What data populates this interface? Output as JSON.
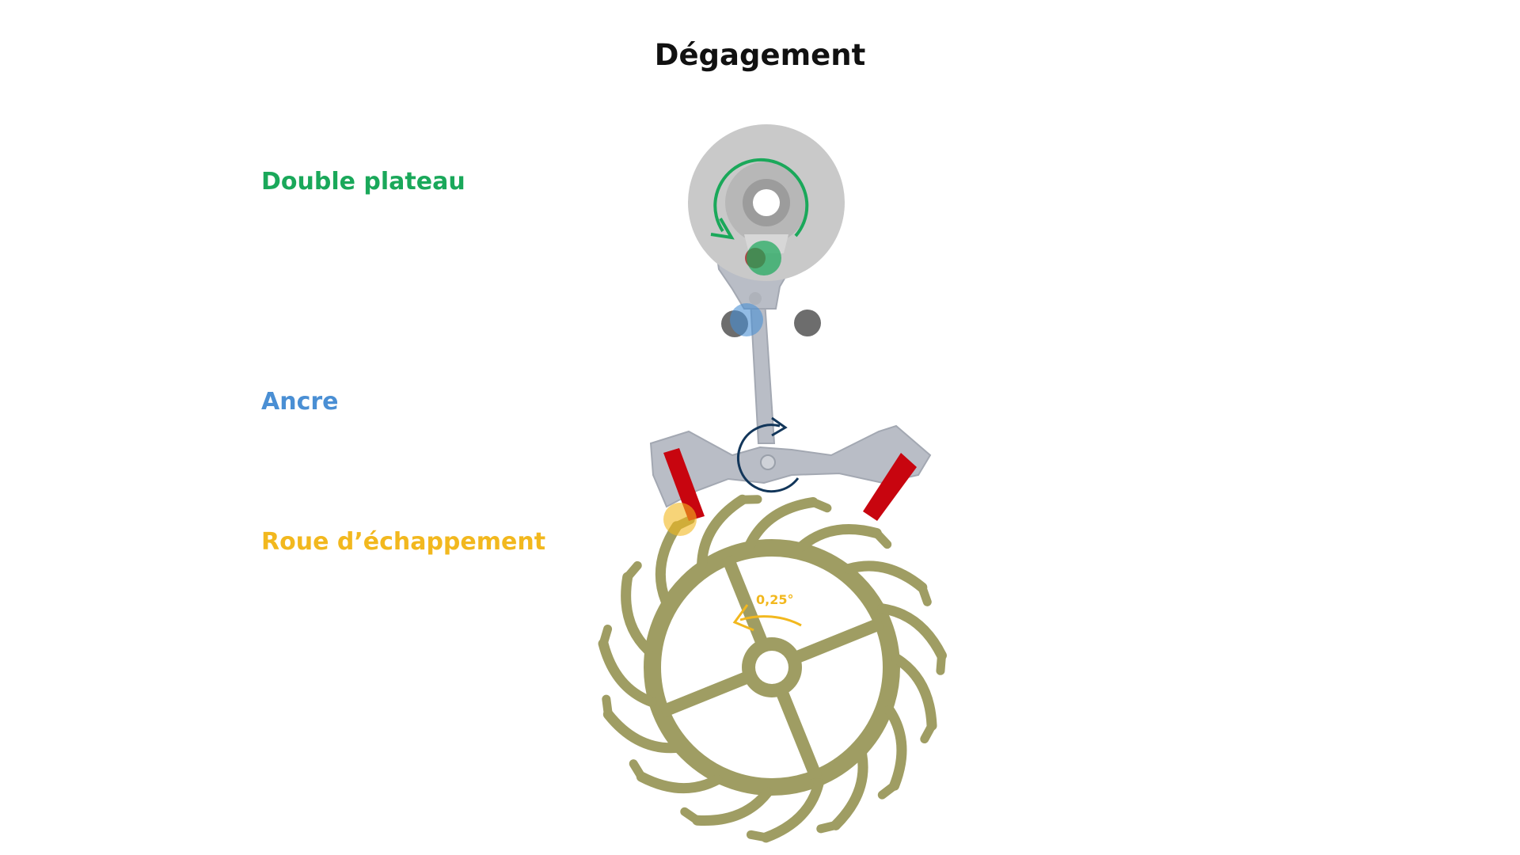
{
  "title": "Dégagement",
  "labels": {
    "double_plateau": "Double plateau",
    "ancre": "Ancre",
    "roue": "Roue d’échappement"
  },
  "angle_label": "0,25°",
  "colors": {
    "plateau": "#1aa85a",
    "ancre": "#4a8fd4",
    "roue": "#f2b81e",
    "wheel_fill": "#9f9d63",
    "pallet_stones": "#c8050f",
    "anchor_body": "#b9bdc6",
    "roller": "#c9c9c9",
    "anchor_rotation_arrow": "#12365a"
  }
}
